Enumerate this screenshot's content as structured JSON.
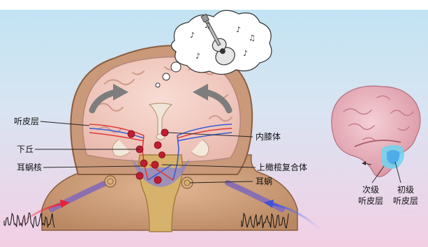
{
  "labels": {
    "auditory_cortex": "听皮层",
    "inferior_colliculus": "下丘",
    "cochlear_nucleus": "耳蜗核",
    "medial_geniculate": "内膝体",
    "superior_olivary_complex": "上橄榄复合体",
    "cochlea": "耳蜗",
    "secondary_auditory_cortex": [
      "次级",
      "听皮层"
    ],
    "primary_auditory_cortex": [
      "初级",
      "听皮层"
    ]
  },
  "icons": [
    "thought-bubble-icon",
    "guitar-icon",
    "music-note-icon",
    "sound-wave-icon",
    "brain-icon"
  ]
}
